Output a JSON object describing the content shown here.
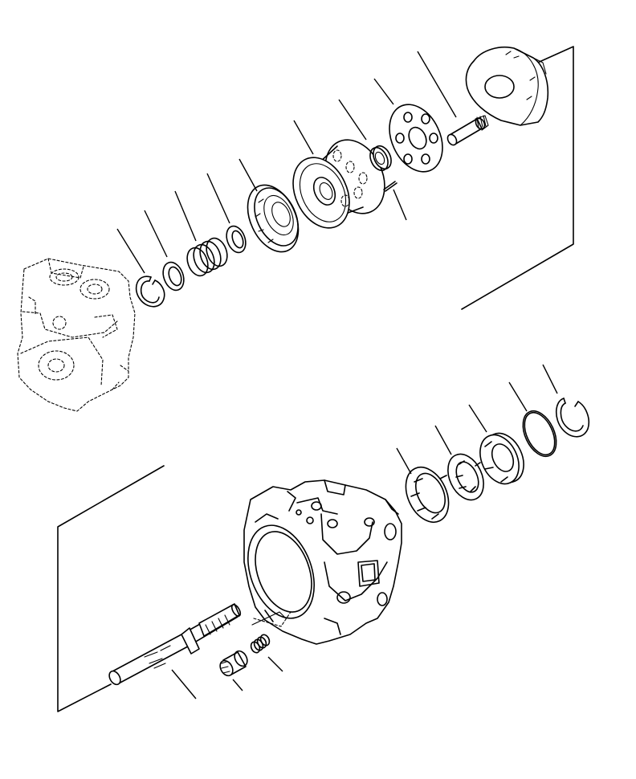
{
  "drawing": {
    "type": "exploded-parts-diagram",
    "background": "#ffffff",
    "line_color": "#000000",
    "upper_assembly_parts": [
      "snap-ring",
      "thrust-washer",
      "spring",
      "spring-seat",
      "valve-plate",
      "cylinder-block",
      "pin",
      "bushing",
      "retainer-plate",
      "piston",
      "end-cover"
    ],
    "lower_assembly_parts": [
      "drive-shaft",
      "collar",
      "spring-small",
      "pump-case",
      "bearing",
      "bearing-inner",
      "seal-holder",
      "o-ring",
      "snap-ring-lower"
    ]
  }
}
